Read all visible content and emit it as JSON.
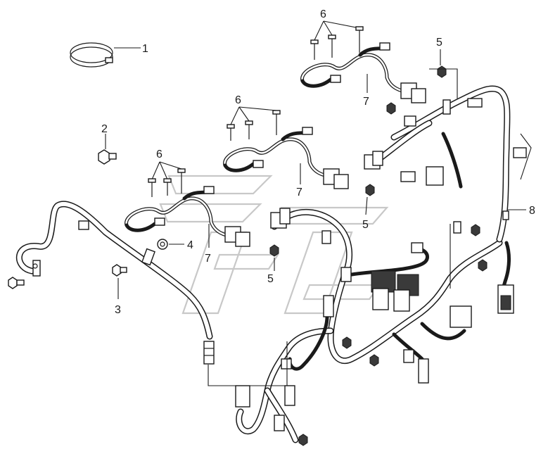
{
  "callouts": {
    "c1": "1",
    "c2": "2",
    "c3": "3",
    "c4": "4",
    "c5a": "5",
    "c5b": "5",
    "c5c": "5",
    "c6a": "6",
    "c6b": "6",
    "c6c": "6",
    "c7a": "7",
    "c7b": "7",
    "c7c": "7",
    "c8": "8"
  }
}
